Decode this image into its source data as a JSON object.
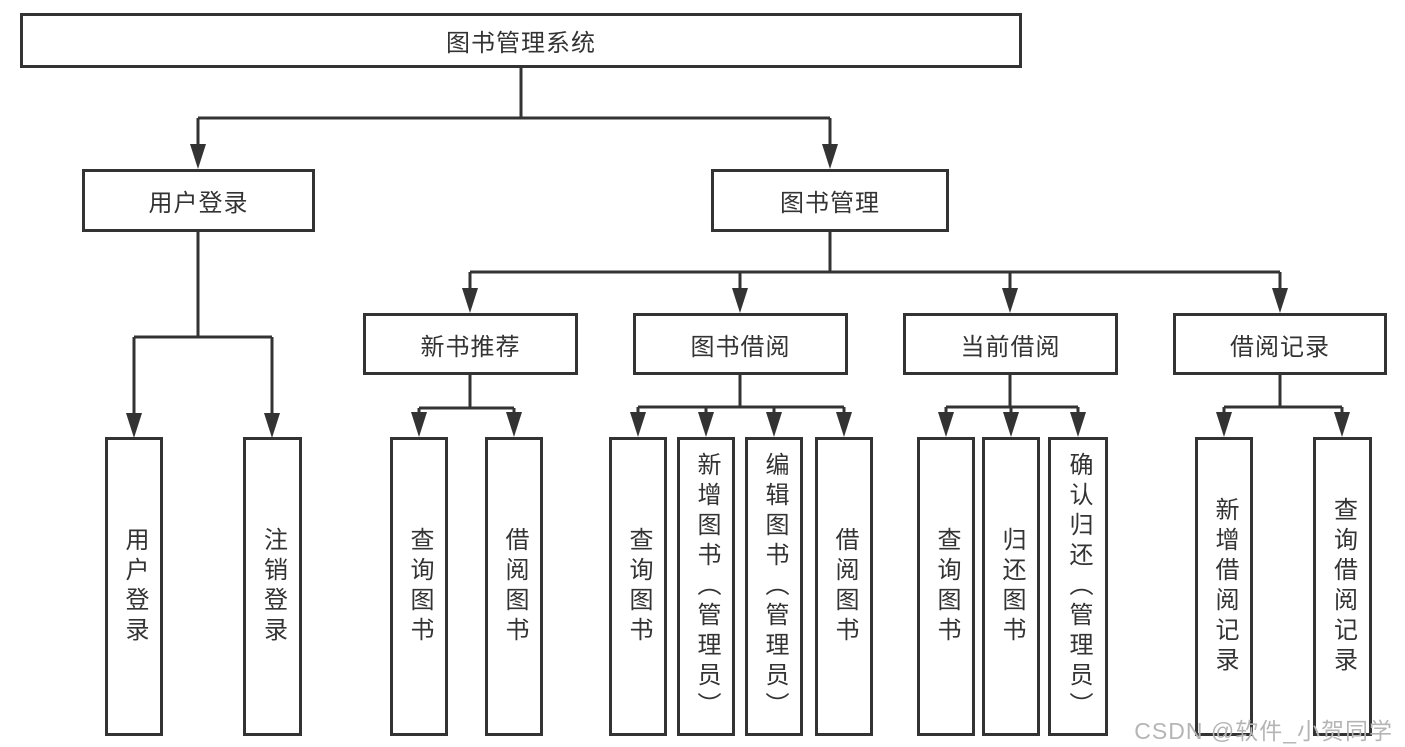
{
  "diagram": {
    "title_node": {
      "label": "图书管理系统"
    },
    "level2": [
      {
        "label": "用户登录"
      },
      {
        "label": "图书管理"
      }
    ],
    "level3": [
      {
        "label": "新书推荐"
      },
      {
        "label": "图书借阅"
      },
      {
        "label": "当前借阅"
      },
      {
        "label": "借阅记录"
      }
    ],
    "leaves": {
      "login": [
        {
          "label": "用户登录"
        },
        {
          "label": "注销登录"
        }
      ],
      "recommend": [
        {
          "label": "查询图书"
        },
        {
          "label": "借阅图书"
        }
      ],
      "borrow": [
        {
          "label": "查询图书"
        },
        {
          "label": "新增图书（管理员）"
        },
        {
          "label": "编辑图书（管理员）"
        },
        {
          "label": "借阅图书"
        }
      ],
      "current": [
        {
          "label": "查询图书"
        },
        {
          "label": "归还图书"
        },
        {
          "label": "确认归还（管理员）"
        }
      ],
      "records": [
        {
          "label": "新增借阅记录"
        },
        {
          "label": "查询借阅记录"
        }
      ]
    },
    "colors": {
      "line": "#333333",
      "box_border": "#333333",
      "text": "#333333",
      "watermark_text": "#b5b5b5",
      "background": "#ffffff"
    }
  },
  "watermark": {
    "text": "CSDN @软件_小贺同学"
  }
}
